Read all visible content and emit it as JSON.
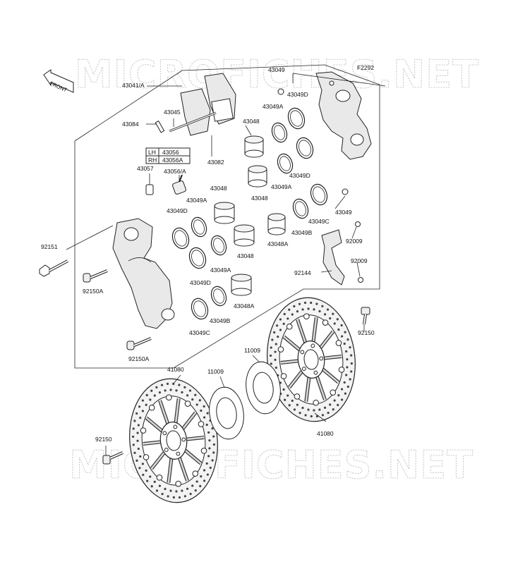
{
  "diagram": {
    "code": "F2292",
    "watermark": "MICROFICHES.NET",
    "front_label": "FRONT",
    "variant_table": [
      {
        "side": "LH",
        "part": "43056"
      },
      {
        "side": "RH",
        "part": "43056A"
      }
    ],
    "labels": {
      "p43041A": "43041/A",
      "p43049_top": "43049",
      "p43049D_top": "43049D",
      "p43049A_top": "43049A",
      "p43048_top": "43048",
      "p43049D_mid": "43049D",
      "p43049A_mid": "43049A",
      "p43048_mid": "43048",
      "p43049_right": "43049",
      "p43049C_right": "43049C",
      "p43049B_right": "43049B",
      "p43048A_right": "43048A",
      "p92009_a": "92009",
      "p92009_b": "92009",
      "p92144": "92144",
      "p43045": "43045",
      "p43084": "43084",
      "p43082": "43082",
      "p43057": "43057",
      "p43056A": "43056/A",
      "p43048_l1": "43048",
      "p43049A_l1": "43049A",
      "p43049D_l1": "43049D",
      "p43048_l2": "43048",
      "p43049A_l2": "43049A",
      "p43049D_l2": "43049D",
      "p43048A_l": "43048A",
      "p43049B_l": "43049B",
      "p43049C_l": "43049C",
      "p92151": "92151",
      "p92150A_a": "92150A",
      "p92150A_b": "92150A",
      "p92150_right": "92150",
      "p11009_right": "11009",
      "p41080_right": "41080",
      "p41080_left": "41080",
      "p11009_left": "11009",
      "p92150_left": "92150"
    }
  }
}
